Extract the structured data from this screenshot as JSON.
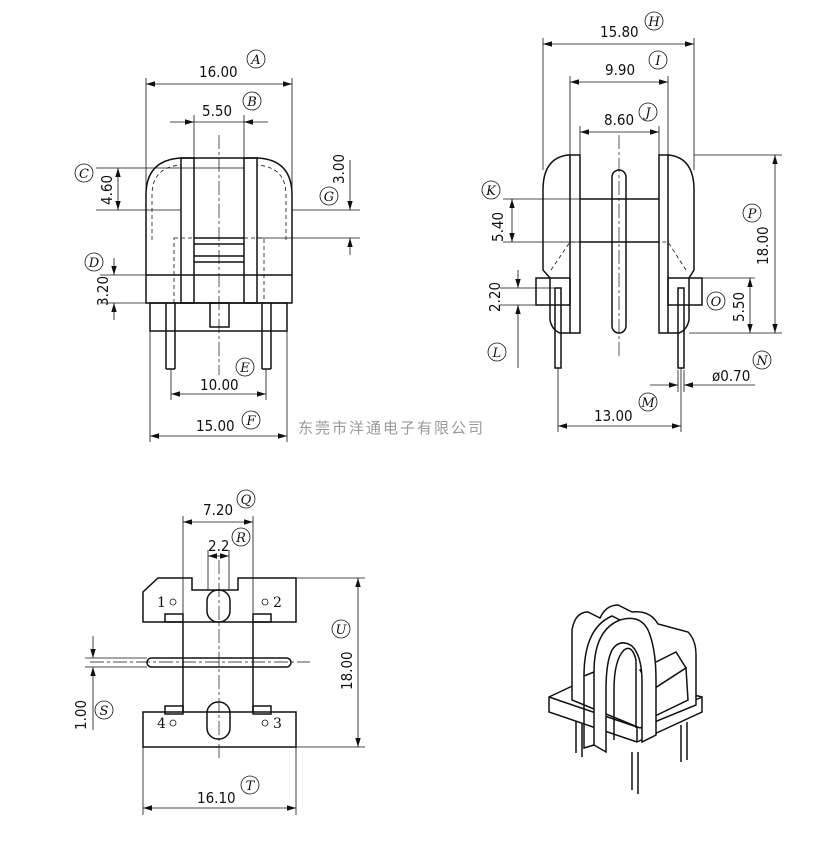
{
  "watermark": "东莞市洋通电子有限公司",
  "dims": {
    "A": "16.00",
    "B": "5.50",
    "C": "4.60",
    "D": "3.20",
    "E": "10.00",
    "F": "15.00",
    "G": "3.00",
    "H": "15.80",
    "I": "9.90",
    "J": "8.60",
    "K": "5.40",
    "L": "2.20",
    "M": "13.00",
    "N": "ø0.70",
    "O": "5.50",
    "P": "18.00",
    "Q": "7.20",
    "R": "2.2",
    "S": "1.00",
    "T": "16.10",
    "U": "18.00"
  },
  "tags": {
    "A": "A",
    "B": "B",
    "C": "C",
    "D": "D",
    "E": "E",
    "F": "F",
    "G": "G",
    "H": "H",
    "I": "I",
    "J": "J",
    "K": "K",
    "L": "L",
    "M": "M",
    "N": "N",
    "O": "O",
    "P": "P",
    "Q": "Q",
    "R": "R",
    "S": "S",
    "T": "T",
    "U": "U"
  },
  "pins": [
    "1",
    "2",
    "3",
    "4"
  ]
}
